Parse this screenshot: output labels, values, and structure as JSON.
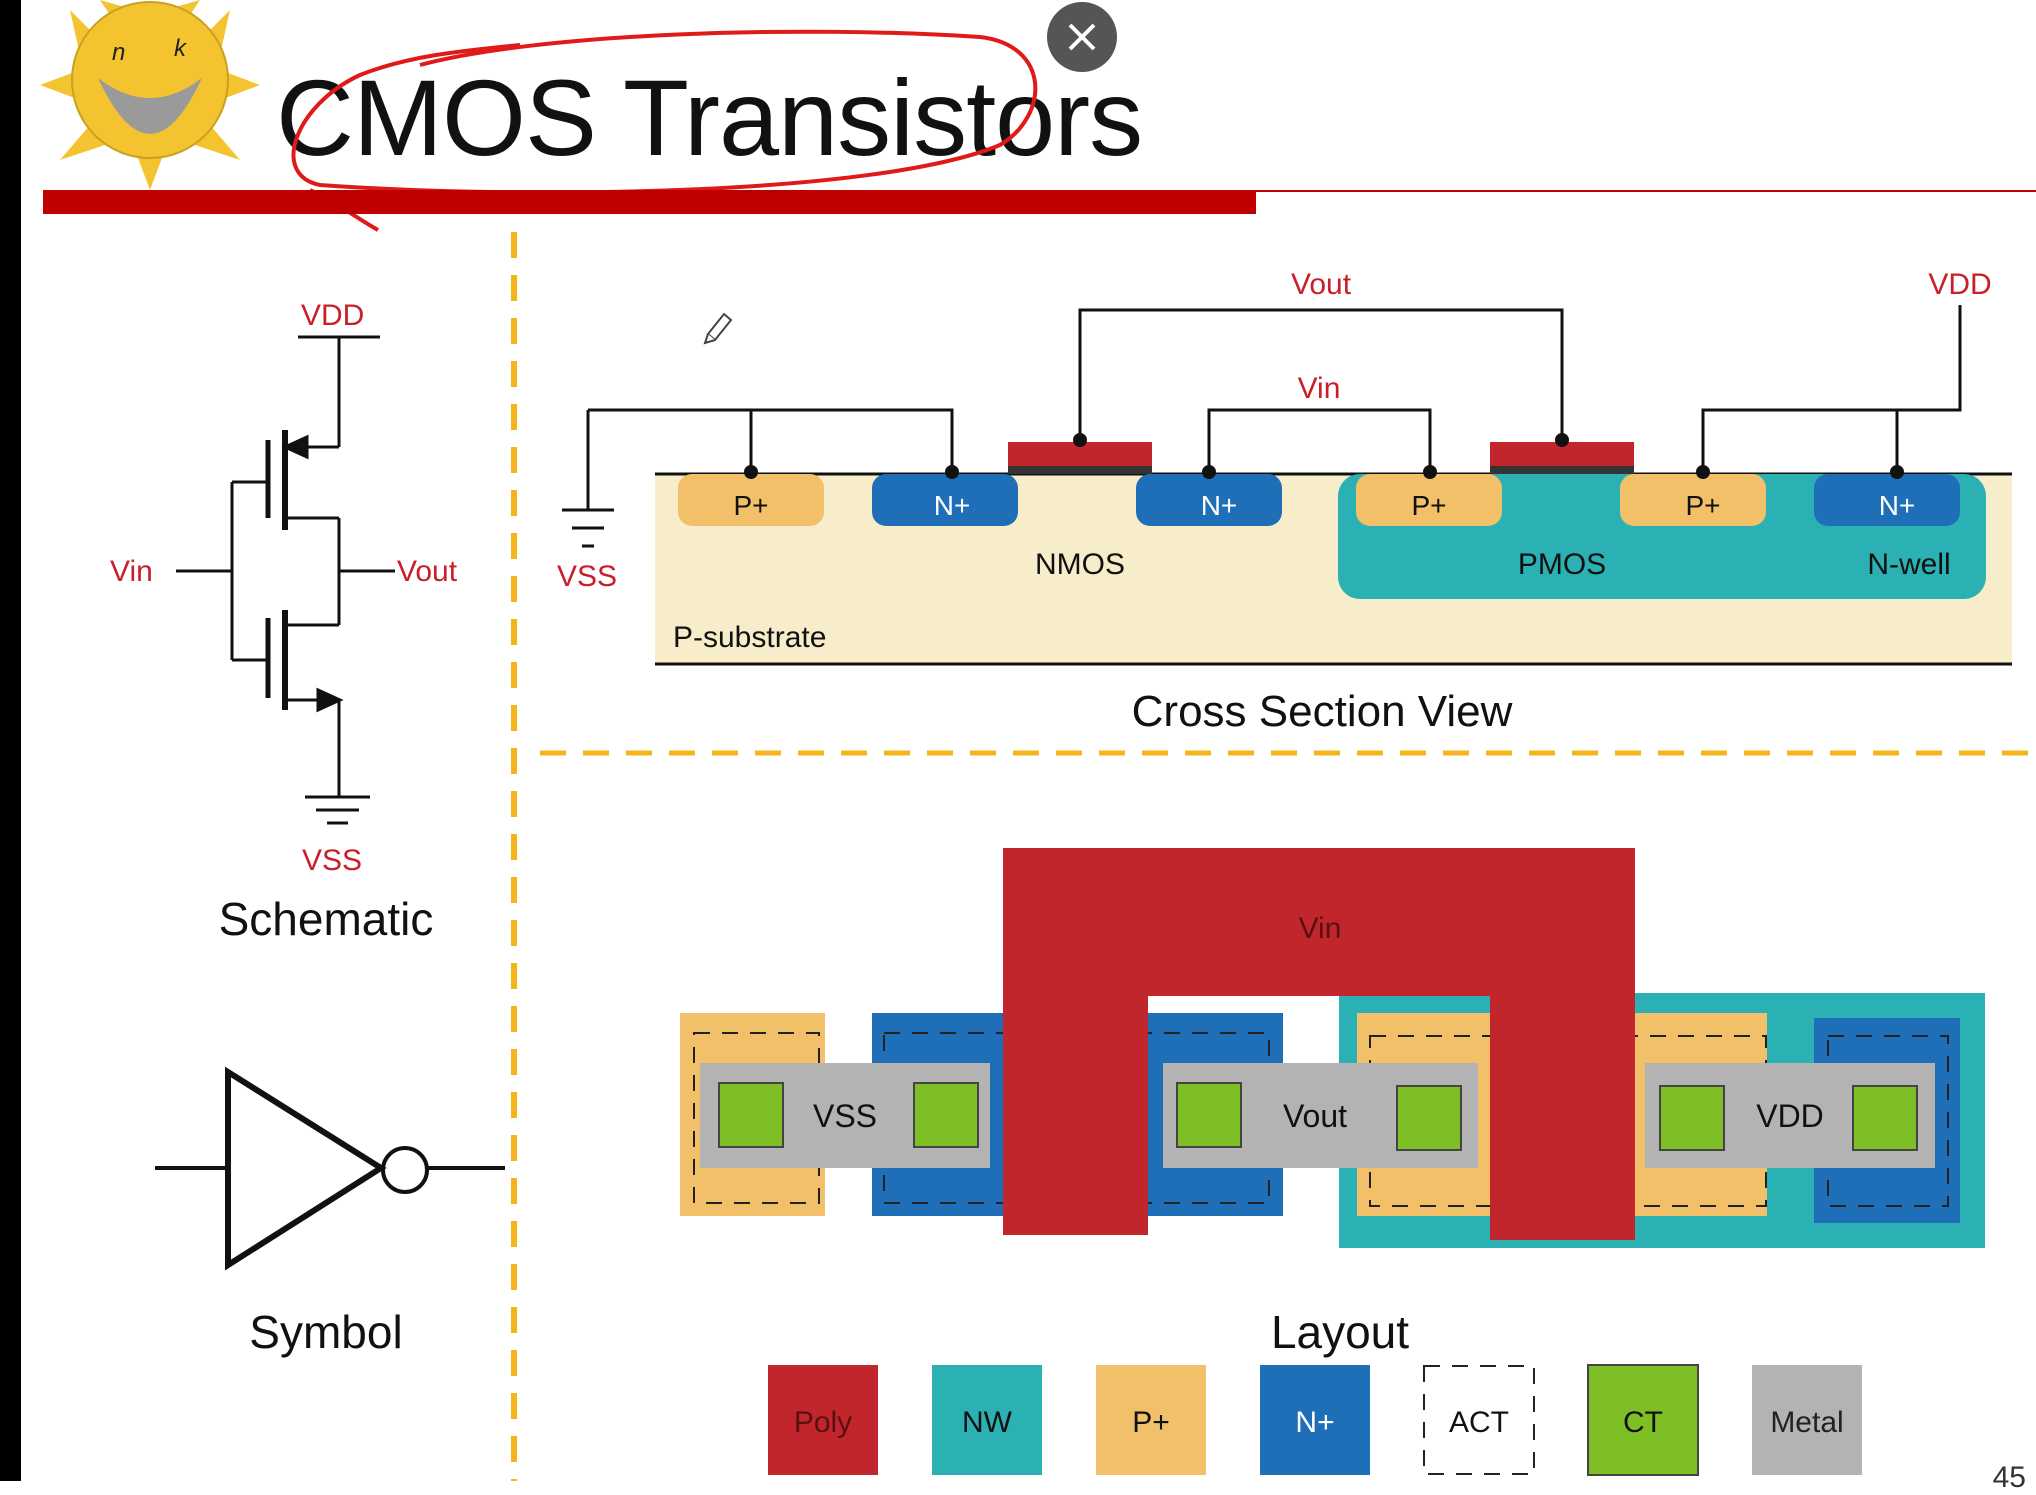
{
  "slide": {
    "title": "CMOS Transistors",
    "logo_letters": [
      "n",
      "k"
    ],
    "page_number": "45",
    "close_icon": "close-icon"
  },
  "schematic": {
    "caption": "Schematic",
    "vdd": "VDD",
    "vss": "VSS",
    "vin": "Vin",
    "vout": "Vout"
  },
  "symbol": {
    "caption": "Symbol"
  },
  "cross_section": {
    "caption": "Cross Section View",
    "vout": "Vout",
    "vin": "Vin",
    "vdd": "VDD",
    "vss": "VSS",
    "regions": [
      "P+",
      "N+",
      "N+",
      "P+",
      "P+",
      "N+"
    ],
    "nmos": "NMOS",
    "pmos": "PMOS",
    "nwell": "N-well",
    "substrate": "P-substrate"
  },
  "layout": {
    "caption": "Layout",
    "vin": "Vin",
    "vss": "VSS",
    "vout": "Vout",
    "vdd": "VDD"
  },
  "legend": [
    {
      "label": "Poly",
      "color": "#c0262b"
    },
    {
      "label": "NW",
      "color": "#2bb0b3"
    },
    {
      "label": "P+",
      "color": "#f2c069"
    },
    {
      "label": "N+",
      "color": "#1f6fb8"
    },
    {
      "label": "ACT",
      "color": "#ffffff"
    },
    {
      "label": "CT",
      "color": "#7fbf26"
    },
    {
      "label": "Metal",
      "color": "#b3b3b3"
    }
  ],
  "colors": {
    "label_red": "#c8202a",
    "title_rule": "#c00000",
    "divider_dash": "#f5b41a",
    "substrate": "#f8edcb",
    "annotation_ink": "#e01919"
  }
}
